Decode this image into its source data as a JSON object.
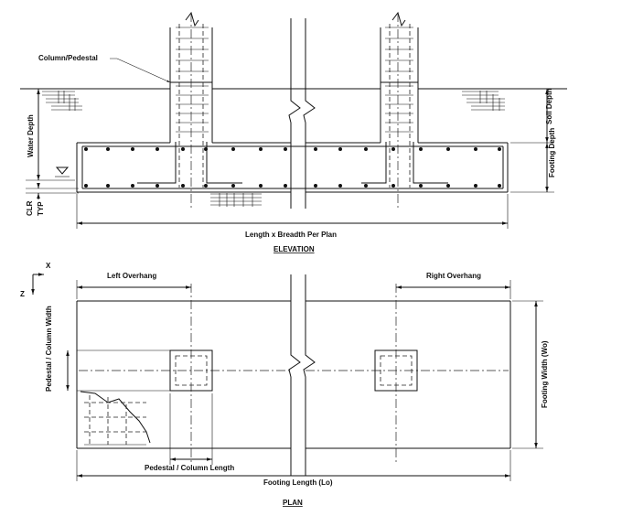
{
  "elevation": {
    "column_label": "Column/Pedestal",
    "water_depth": "Water Depth",
    "clr": "CLR",
    "typ": "TYP",
    "soil_depth": "Soil Depth",
    "footing_depth": "Footing Depth",
    "length_label": "Length x Breadth Per Plan",
    "title": "ELEVATION"
  },
  "plan": {
    "axis_x": "X",
    "axis_z": "Z",
    "left_overhang": "Left Overhang",
    "right_overhang": "Right Overhang",
    "pedestal_width": "Pedestal / Column Width",
    "footing_width": "Footing Width (Wo)",
    "pedestal_length": "Pedestal / Column Length",
    "footing_length": "Footing Length (Lo)",
    "title": "PLAN"
  }
}
